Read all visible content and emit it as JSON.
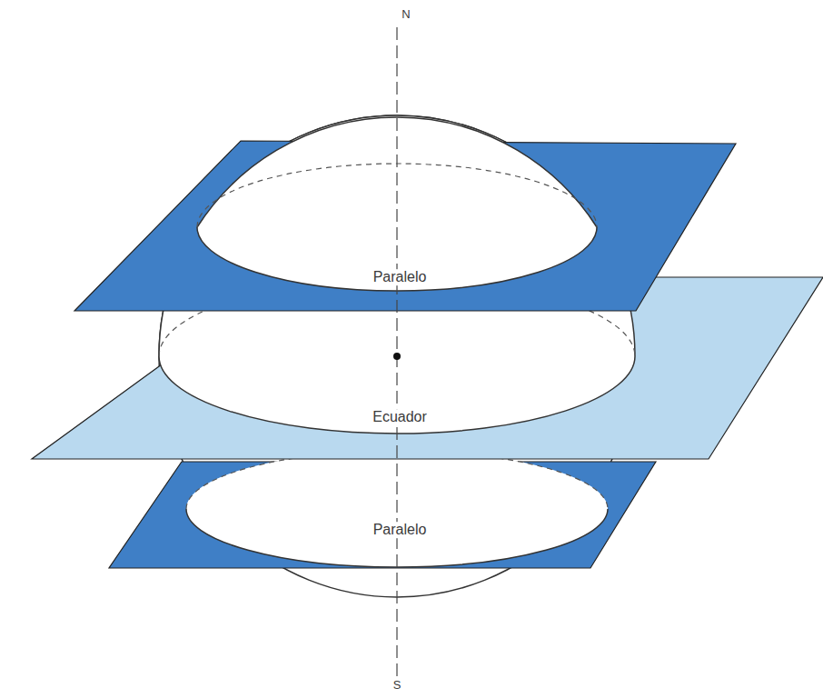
{
  "diagram": {
    "labels": [
      "N",
      "Paralelo",
      "Ecuador",
      "Paralelo",
      "S"
    ]
  }
}
